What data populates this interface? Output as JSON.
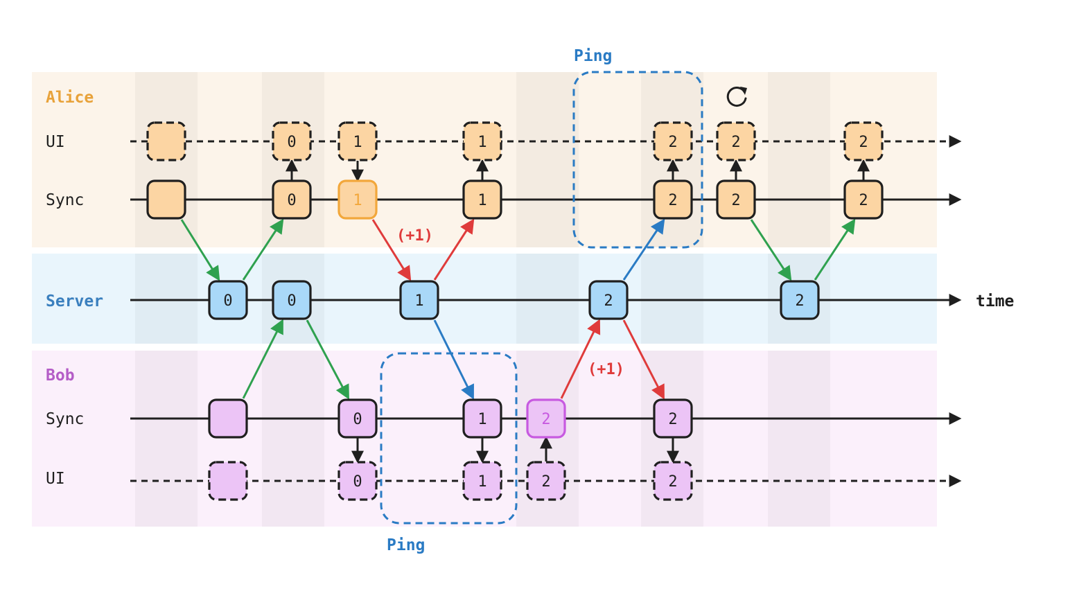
{
  "diagram": {
    "title": "Sync timeline between Alice, Server and Bob",
    "colors": {
      "alice_lane": "#fcf4ea",
      "server_lane": "#e9f5fc",
      "bob_lane": "#fbf0fb",
      "stripe": "#000000",
      "alice_label": "#e8a23a",
      "server_label": "#3a7fbe",
      "bob_label": "#b45cc7",
      "alice_node": "#fcd5a3",
      "server_node": "#a9d8f8",
      "bob_node": "#ecc4f6",
      "highlight_alice": "#f2a73b",
      "highlight_bob": "#c75ae0",
      "green": "#2fa14f",
      "red": "#df3b3b",
      "blue": "#2a7bc4",
      "line": "#1f1f1f",
      "ping": "#2a7bc4"
    },
    "lanes": [
      {
        "id": "alice",
        "label": "Alice"
      },
      {
        "id": "server",
        "label": "Server"
      },
      {
        "id": "bob",
        "label": "Bob"
      }
    ],
    "tracks": [
      {
        "id": "alice-ui",
        "label": "UI",
        "style": "dashed"
      },
      {
        "id": "alice-sync",
        "label": "Sync",
        "style": "solid"
      },
      {
        "id": "server",
        "label": "",
        "style": "solid"
      },
      {
        "id": "bob-sync",
        "label": "Sync",
        "style": "solid"
      },
      {
        "id": "bob-ui",
        "label": "UI",
        "style": "dashed"
      }
    ],
    "time_label": "time",
    "nodes": [
      {
        "track": "alice-ui",
        "col": 0,
        "value": "",
        "kind": "alice",
        "dashed": true
      },
      {
        "track": "alice-ui",
        "col": 2,
        "value": "0",
        "kind": "alice",
        "dashed": true
      },
      {
        "track": "alice-ui",
        "col": 3,
        "value": "1",
        "kind": "alice",
        "dashed": true
      },
      {
        "track": "alice-ui",
        "col": 5,
        "value": "1",
        "kind": "alice",
        "dashed": true
      },
      {
        "track": "alice-ui",
        "col": 8,
        "value": "2",
        "kind": "alice",
        "dashed": true
      },
      {
        "track": "alice-ui",
        "col": 9,
        "value": "2",
        "kind": "alice",
        "dashed": true
      },
      {
        "track": "alice-ui",
        "col": 11,
        "value": "2",
        "kind": "alice",
        "dashed": true
      },
      {
        "track": "alice-sync",
        "col": 0,
        "value": "",
        "kind": "alice"
      },
      {
        "track": "alice-sync",
        "col": 2,
        "value": "0",
        "kind": "alice"
      },
      {
        "track": "alice-sync",
        "col": 3,
        "value": "1",
        "kind": "alice",
        "highlight": true
      },
      {
        "track": "alice-sync",
        "col": 5,
        "value": "1",
        "kind": "alice"
      },
      {
        "track": "alice-sync",
        "col": 8,
        "value": "2",
        "kind": "alice"
      },
      {
        "track": "alice-sync",
        "col": 9,
        "value": "2",
        "kind": "alice"
      },
      {
        "track": "alice-sync",
        "col": 11,
        "value": "2",
        "kind": "alice"
      },
      {
        "track": "server",
        "col": 1,
        "value": "0",
        "kind": "server"
      },
      {
        "track": "server",
        "col": 2,
        "value": "0",
        "kind": "server"
      },
      {
        "track": "server",
        "col": 4,
        "value": "1",
        "kind": "server"
      },
      {
        "track": "server",
        "col": 7,
        "value": "2",
        "kind": "server"
      },
      {
        "track": "server",
        "col": 10,
        "value": "2",
        "kind": "server"
      },
      {
        "track": "bob-sync",
        "col": 1,
        "value": "",
        "kind": "bob"
      },
      {
        "track": "bob-sync",
        "col": 3,
        "value": "0",
        "kind": "bob"
      },
      {
        "track": "bob-sync",
        "col": 5,
        "value": "1",
        "kind": "bob"
      },
      {
        "track": "bob-sync",
        "col": 6,
        "value": "2",
        "kind": "bob",
        "highlight": true
      },
      {
        "track": "bob-sync",
        "col": 8,
        "value": "2",
        "kind": "bob"
      },
      {
        "track": "bob-ui",
        "col": 1,
        "value": "",
        "kind": "bob",
        "dashed": true
      },
      {
        "track": "bob-ui",
        "col": 3,
        "value": "0",
        "kind": "bob",
        "dashed": true
      },
      {
        "track": "bob-ui",
        "col": 5,
        "value": "1",
        "kind": "bob",
        "dashed": true
      },
      {
        "track": "bob-ui",
        "col": 6,
        "value": "2",
        "kind": "bob",
        "dashed": true
      },
      {
        "track": "bob-ui",
        "col": 8,
        "value": "2",
        "kind": "bob",
        "dashed": true
      }
    ],
    "arrows": [
      {
        "from": [
          "alice-sync",
          0
        ],
        "to": [
          "server",
          1
        ],
        "color": "green"
      },
      {
        "from": [
          "server",
          1
        ],
        "to": [
          "alice-sync",
          2
        ],
        "color": "green"
      },
      {
        "from": [
          "bob-sync",
          1
        ],
        "to": [
          "server",
          2
        ],
        "color": "green"
      },
      {
        "from": [
          "server",
          2
        ],
        "to": [
          "bob-sync",
          3
        ],
        "color": "green"
      },
      {
        "from": [
          "alice-sync",
          3
        ],
        "to": [
          "server",
          4
        ],
        "color": "red"
      },
      {
        "from": [
          "server",
          4
        ],
        "to": [
          "alice-sync",
          5
        ],
        "color": "red"
      },
      {
        "from": [
          "server",
          4
        ],
        "to": [
          "bob-sync",
          5
        ],
        "color": "blue"
      },
      {
        "from": [
          "bob-sync",
          6
        ],
        "to": [
          "server",
          7
        ],
        "color": "red"
      },
      {
        "from": [
          "server",
          7
        ],
        "to": [
          "bob-sync",
          8
        ],
        "color": "red"
      },
      {
        "from": [
          "server",
          7
        ],
        "to": [
          "alice-sync",
          8
        ],
        "color": "blue"
      },
      {
        "from": [
          "alice-sync",
          9
        ],
        "to": [
          "server",
          10
        ],
        "color": "green"
      },
      {
        "from": [
          "server",
          10
        ],
        "to": [
          "alice-sync",
          11
        ],
        "color": "green"
      },
      {
        "from": [
          "alice-sync",
          2
        ],
        "to": [
          "alice-ui",
          2
        ],
        "color": "line",
        "short": true
      },
      {
        "from": [
          "alice-ui",
          3
        ],
        "to": [
          "alice-sync",
          3
        ],
        "color": "line",
        "short": true
      },
      {
        "from": [
          "alice-sync",
          5
        ],
        "to": [
          "alice-ui",
          5
        ],
        "color": "line",
        "short": true
      },
      {
        "from": [
          "alice-sync",
          8
        ],
        "to": [
          "alice-ui",
          8
        ],
        "color": "line",
        "short": true
      },
      {
        "from": [
          "alice-sync",
          9
        ],
        "to": [
          "alice-ui",
          9
        ],
        "color": "line",
        "short": true
      },
      {
        "from": [
          "alice-sync",
          11
        ],
        "to": [
          "alice-ui",
          11
        ],
        "color": "line",
        "short": true
      },
      {
        "from": [
          "bob-sync",
          3
        ],
        "to": [
          "bob-ui",
          3
        ],
        "color": "line",
        "short": true
      },
      {
        "from": [
          "bob-sync",
          5
        ],
        "to": [
          "bob-ui",
          5
        ],
        "color": "line",
        "short": true
      },
      {
        "from": [
          "bob-ui",
          6
        ],
        "to": [
          "bob-sync",
          6
        ],
        "color": "line",
        "short": true
      },
      {
        "from": [
          "bob-sync",
          8
        ],
        "to": [
          "bob-ui",
          8
        ],
        "color": "line",
        "short": true
      }
    ],
    "annotations": [
      {
        "text": "(+1)",
        "color": "red",
        "near": "alice"
      },
      {
        "text": "(+1)",
        "color": "red",
        "near": "bob"
      }
    ],
    "ping_boxes": [
      {
        "label": "Ping",
        "lane": "alice"
      },
      {
        "label": "Ping",
        "lane": "bob"
      }
    ],
    "refresh_icon": {
      "name": "refresh-icon",
      "glyph": "↻"
    }
  }
}
